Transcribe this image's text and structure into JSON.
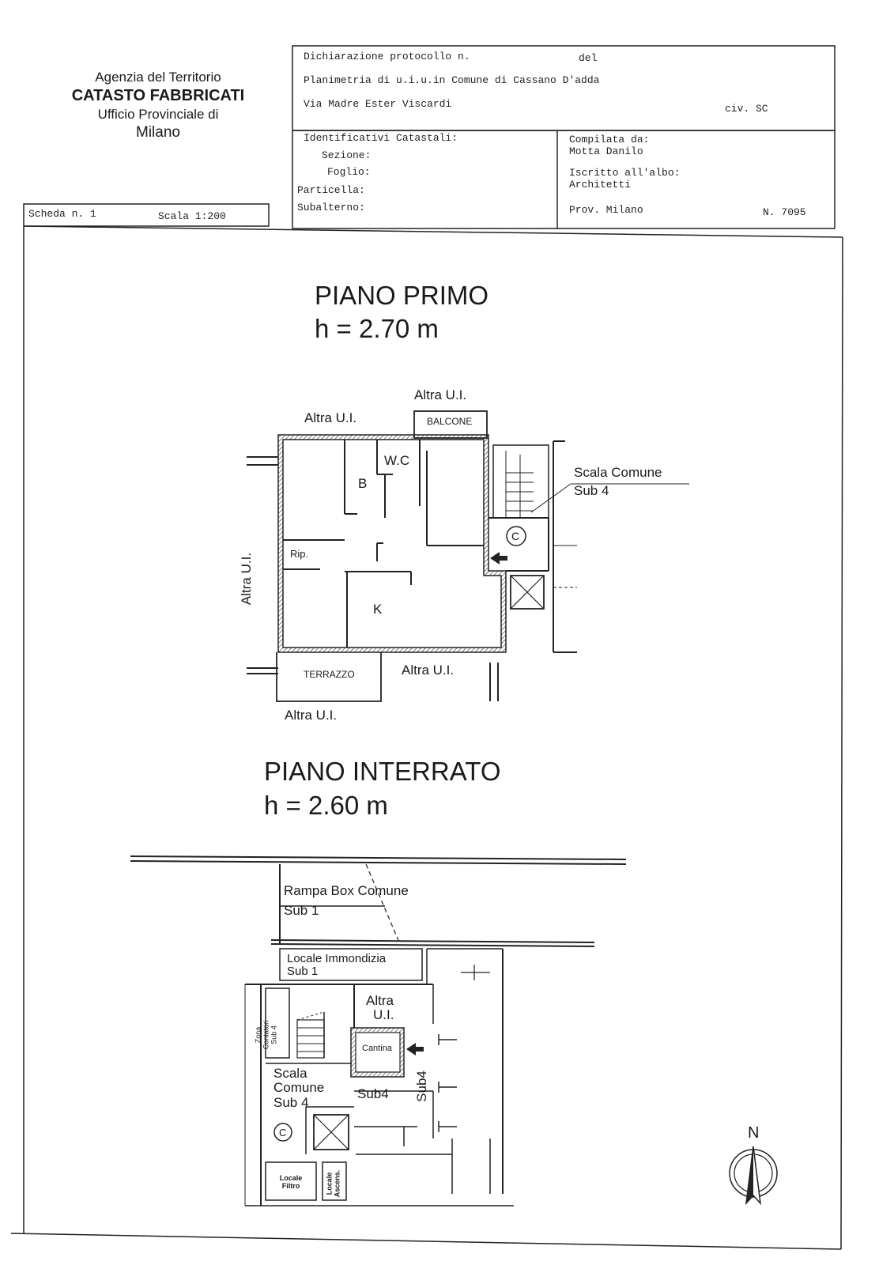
{
  "header": {
    "agency": "Agenzia del Territorio",
    "cadastre": "CATASTO FABBRICATI",
    "office": "Ufficio Provinciale di",
    "city": "Milano",
    "declaration_label": "Dichiarazione protocollo n.",
    "declaration_del": "del",
    "planimetry_line": "Planimetria di u.i.u.in Comune di Cassano D'adda",
    "address": "Via Madre Ester Viscardi",
    "civic": "civ. SC",
    "identifiers_title": "Identificativi Catastali:",
    "section_label": "Sezione:",
    "sheet_label": "Foglio:",
    "parcel_label": "Particella:",
    "subaltern_label": "Subalterno:",
    "compiled_by_label": "Compilata da:",
    "compiled_by_name": "Motta Danilo",
    "registered_label": "Iscritto all'albo:",
    "registered_value": "Architetti",
    "province": "Prov. Milano",
    "number": "N.  7095",
    "scheda": "Scheda n. 1",
    "scale": "Scala 1:200"
  },
  "floor1": {
    "title": "PIANO PRIMO",
    "height": "h = 2.70 m",
    "labels": {
      "altra_top_right": "Altra U.I.",
      "altra_top_left": "Altra U.I.",
      "balcone": "BALCONE",
      "wc": "W.C",
      "b": "B",
      "scala_comune": "Scala Comune",
      "sub4": "Sub 4",
      "c_symbol": "C",
      "rip": "Rip.",
      "altra_left": "Altra U.I.",
      "k": "K",
      "terrazzo": "TERRAZZO",
      "altra_bottom_right": "Altra U.I.",
      "altra_bottom": "Altra U.I."
    }
  },
  "basement": {
    "title": "PIANO INTERRATO",
    "height": "h = 2.60 m",
    "labels": {
      "rampa": "Rampa Box Comune",
      "rampa_sub": "Sub 1",
      "immondizia": "Locale Immondizia",
      "immondizia_sub": "Sub 1",
      "altra_1": "Altra",
      "altra_2": "U.I.",
      "zona_contatori_1": "Zona",
      "zona_contatori_2": "Contatori",
      "zona_contatori_3": "Sub 4",
      "cantina": "Cantina",
      "scala_1": "Scala",
      "scala_2": "Comune",
      "scala_3": "Sub 4",
      "sub4_a": "Sub4",
      "sub4_b": "Sub4",
      "c_symbol": "C",
      "locale_filtro_1": "Locale",
      "locale_filtro_2": "Filtro",
      "locale_ascens_1": "Locale",
      "locale_ascens_2": "Ascens."
    }
  },
  "compass": {
    "north": "N"
  }
}
